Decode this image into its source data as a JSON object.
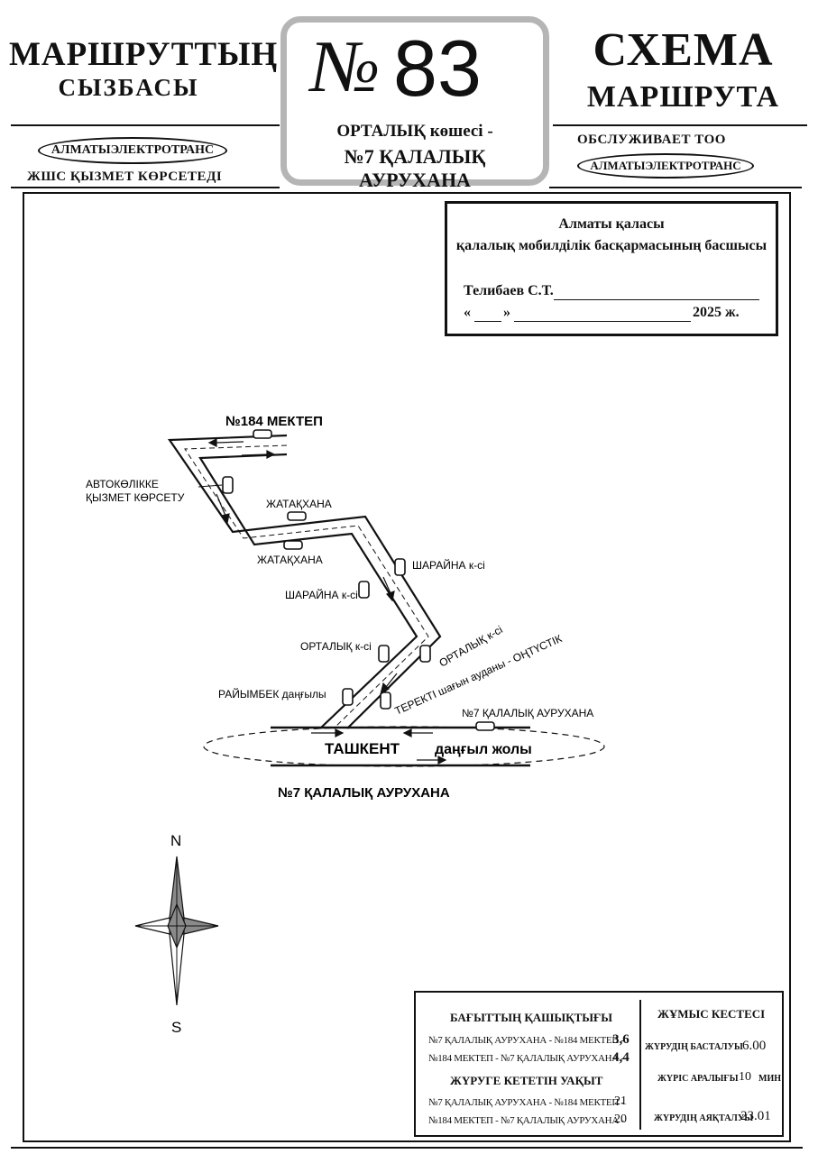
{
  "header": {
    "left_title_line1": "МАРШРУТТЫҢ",
    "left_title_line2": "СЫЗБАСЫ",
    "left_operator": "АЛМАТЫЭЛЕКТРОТРАНС",
    "left_service_text": "ЖШС ҚЫЗМЕТ КӨРСЕТЕДІ",
    "route_sign": "№",
    "route_number": "83",
    "route_name_line1": "ОРТАЛЫҚ көшесі -",
    "route_name_line2": "№7 ҚАЛАЛЫҚ АУРУХАНА",
    "right_title_line1": "СХЕМА",
    "right_title_line2": "МАРШРУТА",
    "right_service_text": "ОБСЛУЖИВАЕТ ТОО",
    "right_operator": "АЛМАТЫЭЛЕКТРОТРАНС"
  },
  "approval": {
    "line1": "Алматы қаласы",
    "line2": "қалалық мобилділік басқармасының басшысы",
    "signatory": "Телибаев С.Т.",
    "date_open": "«",
    "date_close": "»",
    "year_text": "2025 ж."
  },
  "map": {
    "terminal_top": "№184 МЕКТЕП",
    "label_service_line1": "АВТОКӨЛІККЕ",
    "label_service_line2": "ҚЫЗМЕТ КӨРСЕТУ",
    "label_dorm_top": "ЖАТАҚХАНА",
    "label_dorm_bottom": "ЖАТАҚХАНА",
    "label_sharayna_right": "ШАРАЙНА к-сі",
    "label_sharayna_left": "ШАРАЙНА к-сі",
    "label_ortalyk_left": "ОРТАЛЫҚ к-сі",
    "label_ortalyk_right": "ОРТАЛЫҚ к-сі",
    "label_tereksi": "ТЕРЕКТІ шағын ауданы - ОҢТҮСТІК",
    "label_raiymbek": "РАЙЫМБЕК даңғылы",
    "label_hospital_right": "№7 ҚАЛАЛЫҚ АУРУХАНА",
    "street_main_bold": "ТАШКЕНТ",
    "street_main_rest": "даңғыл жолы",
    "terminal_bottom": "№7 ҚАЛАЛЫҚ АУРУХАНА",
    "compass_n": "N",
    "compass_s": "S"
  },
  "info": {
    "distance_title": "БАҒЫТТЫҢ ҚАШЫҚТЫҒЫ",
    "distance_rows": [
      {
        "label": "№7 ҚАЛАЛЫҚ АУРУХАНА - №184 МЕКТЕП -",
        "value": "3,6"
      },
      {
        "label": "№184 МЕКТЕП - №7 ҚАЛАЛЫҚ АУРУХАНА -",
        "value": "4,4"
      }
    ],
    "time_title": "ЖҮРУГЕ КЕТЕТІН УАҚЫТ",
    "time_rows": [
      {
        "label": "№7 ҚАЛАЛЫҚ АУРУХАНА - №184 МЕКТЕП -",
        "value": "21"
      },
      {
        "label": "№184 МЕКТЕП - №7 ҚАЛАЛЫҚ АУРУХАНА -",
        "value": "20"
      }
    ],
    "schedule_title": "ЖҰМЫС КЕСТЕСІ",
    "start_label": "ЖҮРУДІҢ БАСТАЛУЫ",
    "start_value": "6.00",
    "interval_label": "ЖҮРІС АРАЛЫҒЫ",
    "interval_value": "10",
    "interval_unit": "МИН",
    "end_label": "ЖҮРУДІҢ АЯҚТАЛУЫ",
    "end_value": "23.01"
  },
  "colors": {
    "ink": "#111111",
    "route_badge_border": "#b5b5b5",
    "compass_fill": "#8a8a8a"
  }
}
